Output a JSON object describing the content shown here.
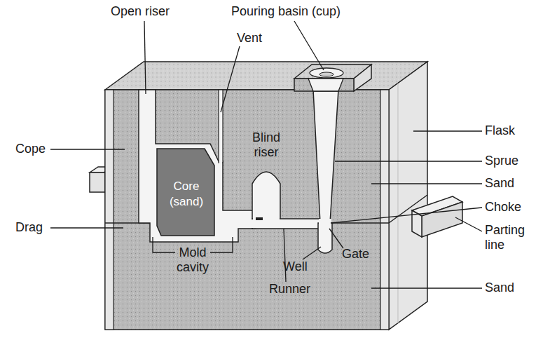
{
  "diagram": {
    "nodes": [
      {
        "text": [
          "Core (sand)"
        ]
      }
    ],
    "labels": [
      "Open riser",
      "Pouring basin (cup)",
      "Vent",
      "Cope",
      "Blind riser",
      "Flask",
      "Sprue",
      "Sand",
      "Choke",
      "Drag",
      "Parting line",
      "Mold cavity",
      "Well",
      "Gate",
      "Runner",
      "Sand"
    ]
  }
}
